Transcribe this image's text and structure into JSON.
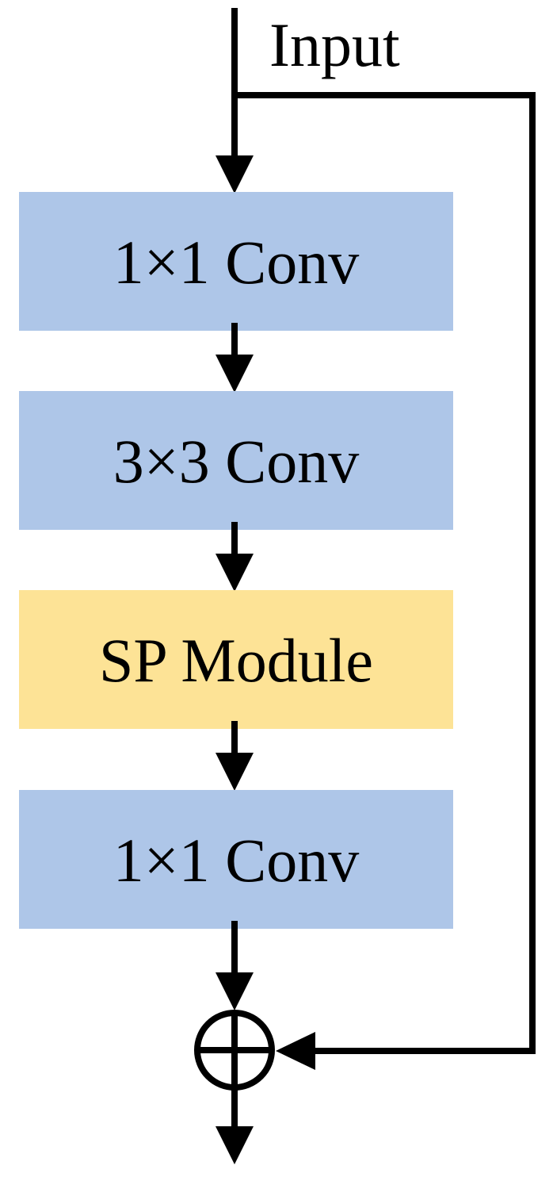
{
  "input_label": "Input",
  "blocks": [
    {
      "label": "1×1 Conv",
      "color": "#aec6e8"
    },
    {
      "label": "3×3 Conv",
      "color": "#aec6e8"
    },
    {
      "label": "SP Module",
      "color": "#fde396"
    },
    {
      "label": "1×1 Conv",
      "color": "#aec6e8"
    }
  ],
  "line_color": "#000000",
  "operator_symbol": "sum-circle-icon"
}
